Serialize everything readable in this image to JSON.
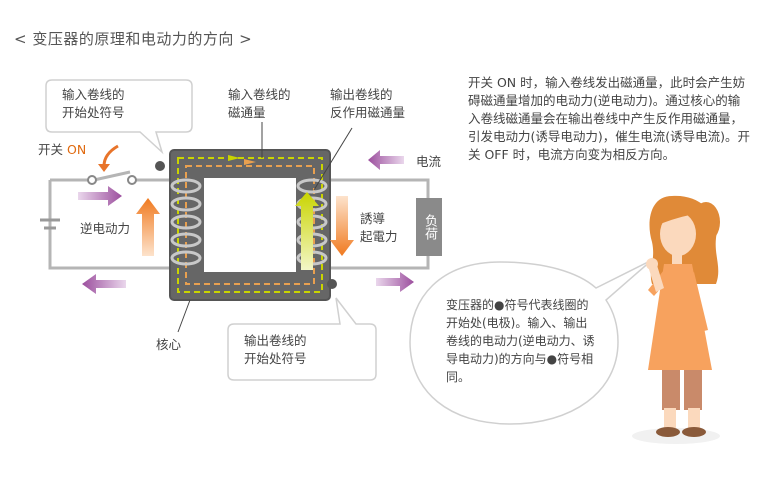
{
  "title": "< 变压器的原理和电动力的方向 >",
  "labels": {
    "input_start_mark": [
      "输入卷线的",
      "开始处符号"
    ],
    "input_flux": [
      "输入卷线的",
      "磁通量"
    ],
    "output_reverse_flux": [
      "输出卷线的",
      "反作用磁通量"
    ],
    "switch_prefix": "开关",
    "switch_on": "ON",
    "current": "电流",
    "back_emf": "逆电动力",
    "induced_emf": [
      "誘導",
      "起電力"
    ],
    "load": "负荷",
    "core": "核心",
    "output_start_mark": [
      "输出卷线的",
      "开始处符号"
    ]
  },
  "explanation": "开关 ON 时，输入卷线发出磁通量，此时会产生妨碍磁通量增加的电动力(逆电动力)。通过核心的输入卷线磁通量会在输出卷线中产生反作用磁通量，引发电动力(诱导电动力)，催生电流(诱导电流)。开关 OFF 时，电流方向变为相反方向。",
  "bubble": "变压器的●符号代表线圈的开始处(电极)。输入、输出卷线的电动力(逆电动力、诱导电动力)的方向与●符号相同。",
  "colors": {
    "orange": "#f08a3c",
    "purple": "#9c4f9e",
    "yellow": "#d8e020",
    "core": "#666666",
    "wire": "#b8b8b8"
  }
}
